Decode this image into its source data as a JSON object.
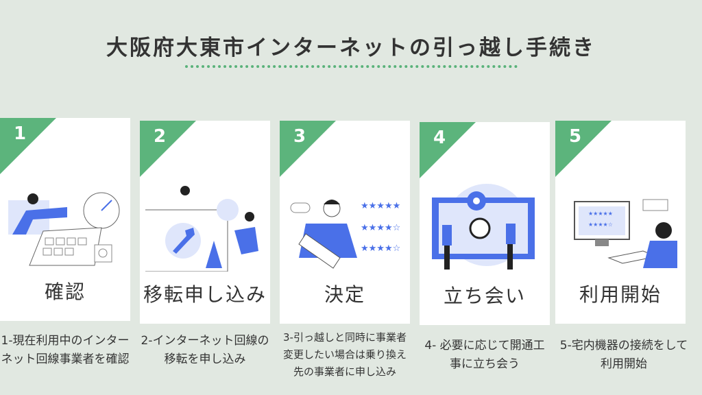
{
  "title": "大阪府大東市インターネットの引っ越し手続き",
  "colors": {
    "accent": "#5cb47c",
    "illustration": "#4a70e8",
    "background": "#e1e8e1"
  },
  "steps": [
    {
      "number": "1",
      "label": "確認",
      "desc": "1-現在利用中のインターネット回線事業者を確認",
      "icon": "calendar-clock-illustration"
    },
    {
      "number": "2",
      "label": "移転申し込み",
      "desc": "2-インターネット回線の移転を申し込み",
      "icon": "wrench-settings-illustration"
    },
    {
      "number": "3",
      "label": "決定",
      "desc": "3-引っ越しと同時に事業者変更したい場合は乗り換え先の事業者に申し込み",
      "icon": "rating-stars-illustration"
    },
    {
      "number": "4",
      "label": "立ち会い",
      "desc": "4- 必要に応じて開通工事に立ち会う",
      "icon": "map-location-illustration"
    },
    {
      "number": "5",
      "label": "利用開始",
      "desc": "5-宅内機器の接続をして利用開始",
      "icon": "computer-user-illustration"
    }
  ]
}
